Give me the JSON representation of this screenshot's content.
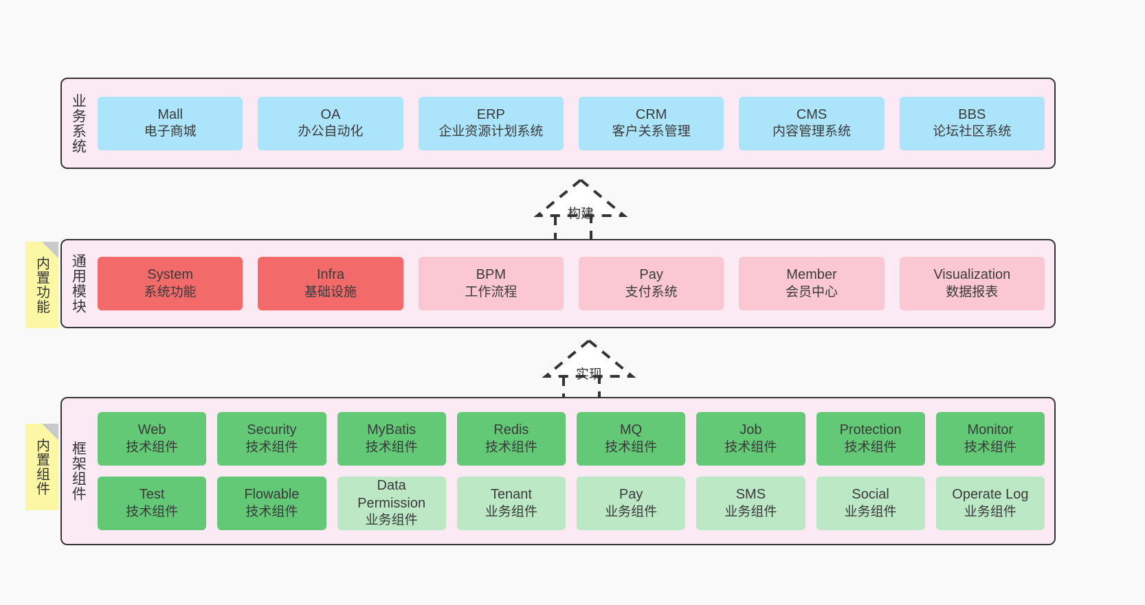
{
  "diagram": {
    "background": "#f9f9f9",
    "panel_bg": "#fbeaf4",
    "panel_border": "#333333",
    "sticky_bg": "#fbf7a4",
    "sticky_fold": "#c9c9c9"
  },
  "layers": [
    {
      "id": "business-system",
      "title": "业务系统",
      "sticky": null,
      "rows": [
        {
          "boxes": [
            {
              "title": "Mall",
              "sub": "电子商城",
              "color": "#ace4fb"
            },
            {
              "title": "OA",
              "sub": "办公自动化",
              "color": "#ace4fb"
            },
            {
              "title": "ERP",
              "sub": "企业资源计划系统",
              "color": "#ace4fb"
            },
            {
              "title": "CRM",
              "sub": "客户关系管理",
              "color": "#ace4fb"
            },
            {
              "title": "CMS",
              "sub": "内容管理系统",
              "color": "#ace4fb"
            },
            {
              "title": "BBS",
              "sub": "论坛社区系统",
              "color": "#ace4fb"
            }
          ]
        }
      ]
    },
    {
      "id": "common-module",
      "title": "通用模块",
      "sticky": "内置功能",
      "rows": [
        {
          "boxes": [
            {
              "title": "System",
              "sub": "系统功能",
              "color": "#f26a6a"
            },
            {
              "title": "Infra",
              "sub": "基础设施",
              "color": "#f26a6a"
            },
            {
              "title": "BPM",
              "sub": "工作流程",
              "color": "#fbc7d2"
            },
            {
              "title": "Pay",
              "sub": "支付系统",
              "color": "#fbc7d2"
            },
            {
              "title": "Member",
              "sub": "会员中心",
              "color": "#fbc7d2"
            },
            {
              "title": "Visualization",
              "sub": "数据报表",
              "color": "#fbc7d2"
            }
          ]
        }
      ]
    },
    {
      "id": "framework-component",
      "title": "框架组件",
      "sticky": "内置组件",
      "rows": [
        {
          "boxes": [
            {
              "title": "Web",
              "sub": "技术组件",
              "color": "#63c977"
            },
            {
              "title": "Security",
              "sub": "技术组件",
              "color": "#63c977"
            },
            {
              "title": "MyBatis",
              "sub": "技术组件",
              "color": "#63c977"
            },
            {
              "title": "Redis",
              "sub": "技术组件",
              "color": "#63c977"
            },
            {
              "title": "MQ",
              "sub": "技术组件",
              "color": "#63c977"
            },
            {
              "title": "Job",
              "sub": "技术组件",
              "color": "#63c977"
            },
            {
              "title": "Protection",
              "sub": "技术组件",
              "color": "#63c977"
            },
            {
              "title": "Monitor",
              "sub": "技术组件",
              "color": "#63c977"
            }
          ]
        },
        {
          "boxes": [
            {
              "title": "Test",
              "sub": "技术组件",
              "color": "#63c977"
            },
            {
              "title": "Flowable",
              "sub": "技术组件",
              "color": "#63c977"
            },
            {
              "title": "Data Permission",
              "sub": "业务组件",
              "color": "#bce8c6"
            },
            {
              "title": "Tenant",
              "sub": "业务组件",
              "color": "#bce8c6"
            },
            {
              "title": "Pay",
              "sub": "业务组件",
              "color": "#bce8c6"
            },
            {
              "title": "SMS",
              "sub": "业务组件",
              "color": "#bce8c6"
            },
            {
              "title": "Social",
              "sub": "业务组件",
              "color": "#bce8c6"
            },
            {
              "title": "Operate Log",
              "sub": "业务组件",
              "color": "#bce8c6"
            }
          ]
        }
      ]
    }
  ],
  "arrows": [
    {
      "id": "build-arrow",
      "label": "构建"
    },
    {
      "id": "implement-arrow",
      "label": "实现"
    }
  ]
}
